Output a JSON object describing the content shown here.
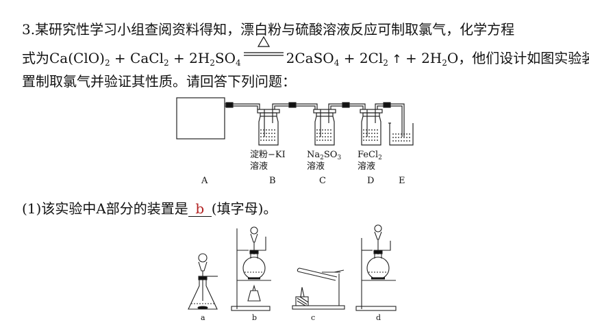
{
  "question": {
    "intro_line1": "3.某研究性学习小组查阅资料得知，漂白粉与硫酸溶液反应可制取氯气，化学方程",
    "equation_prefix": "式为",
    "equation": {
      "ca_clo2": "Ca(ClO)",
      "sub2a": "2",
      "plus1": " + CaCl",
      "sub2b": "2",
      "plus2": " + 2H",
      "sub2c": "2",
      "so4": "SO",
      "sub4a": "4",
      "product1": "2CaSO",
      "sub4b": "4",
      "plus3": " + 2Cl",
      "sub2d": "2",
      "gas_arrow": " ↑ ",
      "plus4": " + 2H",
      "sub2e": "2",
      "o": "O"
    },
    "equation_suffix": "，他们设计如图实验装",
    "intro_line3": "置制取氯气并验证其性质。请回答下列问题："
  },
  "apparatus": {
    "labels": {
      "a": "A",
      "b": "B",
      "c": "C",
      "d": "D",
      "e": "E"
    },
    "reagents": {
      "b_line1": "淀粉−KI",
      "b_line2": "溶液",
      "c_line1a": "Na",
      "c_sub1": "2",
      "c_line1b": "SO",
      "c_sub2": "3",
      "c_line2": "溶液",
      "d_line1a": "FeCl",
      "d_sub": "2",
      "d_line2": "溶液"
    }
  },
  "sub_question": {
    "prefix": "(1)该实验中A部分的装置是",
    "answer": "b",
    "suffix": "(填字母)。"
  },
  "options": {
    "a": "a",
    "b": "b",
    "c": "c",
    "d": "d"
  },
  "colors": {
    "answer": "#b22222",
    "ink": "#111111"
  }
}
